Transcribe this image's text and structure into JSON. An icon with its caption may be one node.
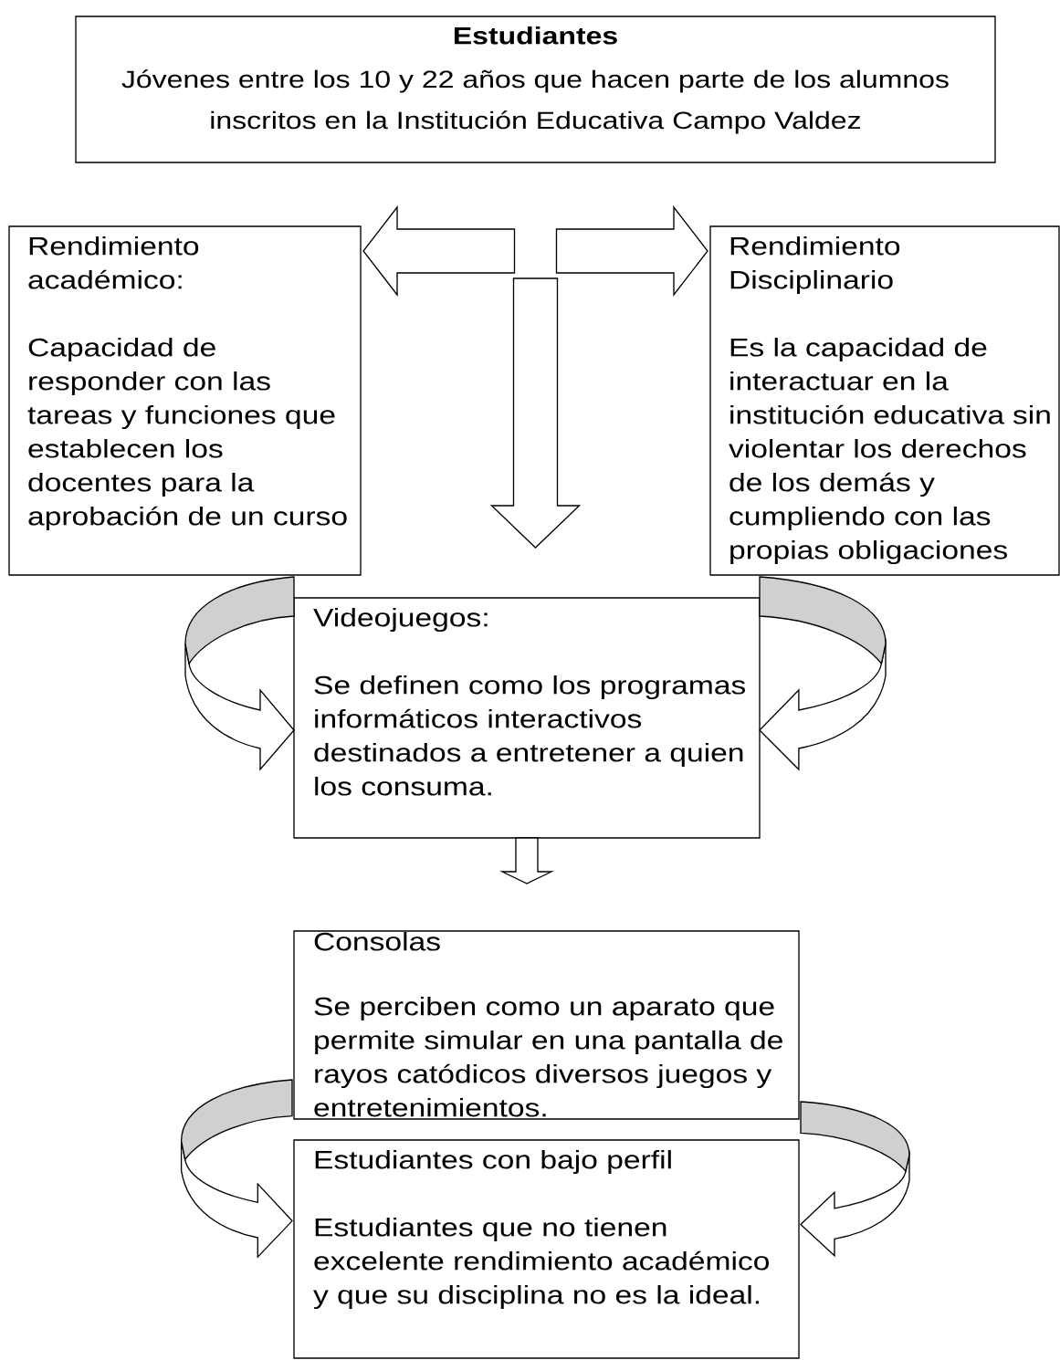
{
  "diagram": {
    "nodes": [
      {
        "text": [
          "Estudiantes",
          "Jóvenes entre los 10 y 22 años que hacen parte de los alumnos inscritos en la Institución Educativa Campo Valdez"
        ]
      },
      {
        "text": [
          "Rendimiento académico:",
          "Capacidad de responder con las tareas y funciones que establecen los docentes para la aprobación de un curso"
        ]
      },
      {
        "text": [
          "Rendimiento Disciplinario",
          "Es la capacidad de interactuar en la institución educativa sin violentar los derechos de los demás y cumpliendo con las propias obligaciones"
        ]
      },
      {
        "text": [
          "Videojuegos:",
          "Se definen como los programas informáticos interactivos destinados a entretener a quien los consuma."
        ]
      },
      {
        "text": [
          "Consolas",
          "Se perciben como un aparato que permite simular en una pantalla de rayos catódicos diversos juegos y entretenimientos."
        ]
      },
      {
        "text": [
          "Estudiantes con bajo perfil",
          "Estudiantes que no tienen excelente rendimiento académico y que su disciplina no es la ideal."
        ]
      }
    ],
    "edges": [
      {
        "from": 0,
        "to": 1,
        "arrow": "to"
      },
      {
        "from": 0,
        "to": 2,
        "arrow": "to"
      },
      {
        "from": 0,
        "to": 3,
        "arrow": "to"
      },
      {
        "from": 1,
        "to": 3,
        "arrow": "to"
      },
      {
        "from": 2,
        "to": 3,
        "arrow": "to"
      },
      {
        "from": 3,
        "to": 4,
        "arrow": "to"
      },
      {
        "from": 4,
        "to": 5,
        "arrow": "to"
      },
      {
        "from": 4,
        "to": 5,
        "arrow": "to"
      }
    ]
  }
}
